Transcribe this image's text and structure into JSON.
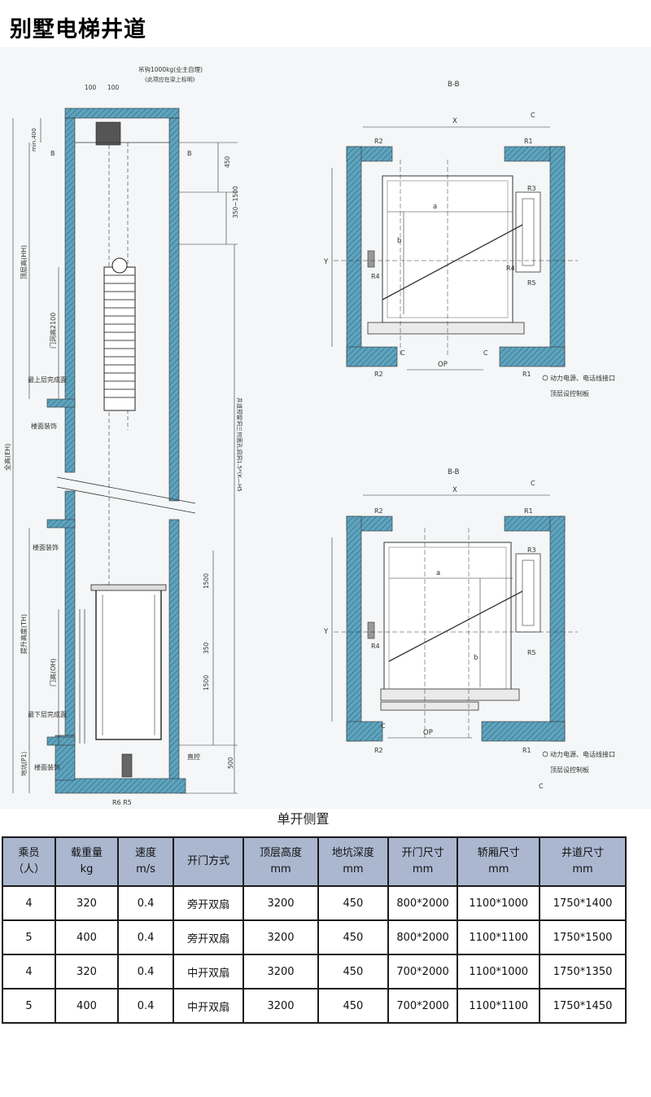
{
  "page": {
    "title": "别墅电梯井道"
  },
  "diagram": {
    "caption": "单开侧置",
    "side_view": {
      "top_labels": [
        "吊钩1000kg(业主自理)",
        "(此项应在梁上标明)"
      ],
      "dims_top": [
        "100",
        "100"
      ],
      "label_min400": "min.400",
      "section_marks": [
        "B",
        "B"
      ],
      "right_dims": [
        "450",
        "350~1500",
        "井道预留洞三何面孔调洞1.5*(K—H5",
        "1500",
        "350",
        "1500",
        "500"
      ],
      "left_labels": [
        "全高(EH)",
        "顶层高(HH)",
        "门洞高2100",
        "提升高度(TH)",
        "门高(OH)",
        "地坑(P1)"
      ],
      "floor_labels": [
        "最上层完成面",
        "楼面装饰",
        "楼面装饰",
        "最下层完成面",
        "楼面装饰"
      ],
      "buffer_label": "直控",
      "bottom_label": "R6 R5"
    },
    "plan_top": {
      "section": "B-B",
      "x": "X",
      "y": "Y",
      "a": "a",
      "b": "b",
      "op": "OP",
      "c_marks": [
        "C",
        "C",
        "C"
      ],
      "r_labels": [
        "R2",
        "R1",
        "R3",
        "R4",
        "R4",
        "R5",
        "R2",
        "R1"
      ],
      "notes": [
        "动力电源、电话线接口",
        "顶层设控制板"
      ]
    },
    "plan_bottom": {
      "section": "B-B",
      "x": "X",
      "y": "Y",
      "a": "a",
      "b": "b",
      "op": "OP",
      "c_marks": [
        "C",
        "C",
        "C"
      ],
      "r_labels": [
        "R2",
        "R1",
        "R3",
        "R4",
        "R5",
        "R2",
        "R1"
      ],
      "notes": [
        "动力电源、电话线接口",
        "顶层设控制板"
      ]
    }
  },
  "table": {
    "headers": [
      {
        "l1": "乘员",
        "l2": "（人）"
      },
      {
        "l1": "载重量",
        "l2": "kg"
      },
      {
        "l1": "速度",
        "l2": "m/s"
      },
      {
        "l1": "开门方式",
        "l2": ""
      },
      {
        "l1": "顶层高度",
        "l2": "mm"
      },
      {
        "l1": "地坑深度",
        "l2": "mm"
      },
      {
        "l1": "开门尺寸",
        "l2": "mm"
      },
      {
        "l1": "轿厢尺寸",
        "l2": "mm"
      },
      {
        "l1": "井道尺寸",
        "l2": "mm"
      }
    ],
    "rows": [
      [
        "4",
        "320",
        "0.4",
        "旁开双扇",
        "3200",
        "450",
        "800*2000",
        "1100*1000",
        "1750*1400"
      ],
      [
        "5",
        "400",
        "0.4",
        "旁开双扇",
        "3200",
        "450",
        "800*2000",
        "1100*1100",
        "1750*1500"
      ],
      [
        "4",
        "320",
        "0.4",
        "中开双扇",
        "3200",
        "450",
        "700*2000",
        "1100*1000",
        "1750*1350"
      ],
      [
        "5",
        "400",
        "0.4",
        "中开双扇",
        "3200",
        "450",
        "700*2000",
        "1100*1100",
        "1750*1450"
      ]
    ]
  }
}
